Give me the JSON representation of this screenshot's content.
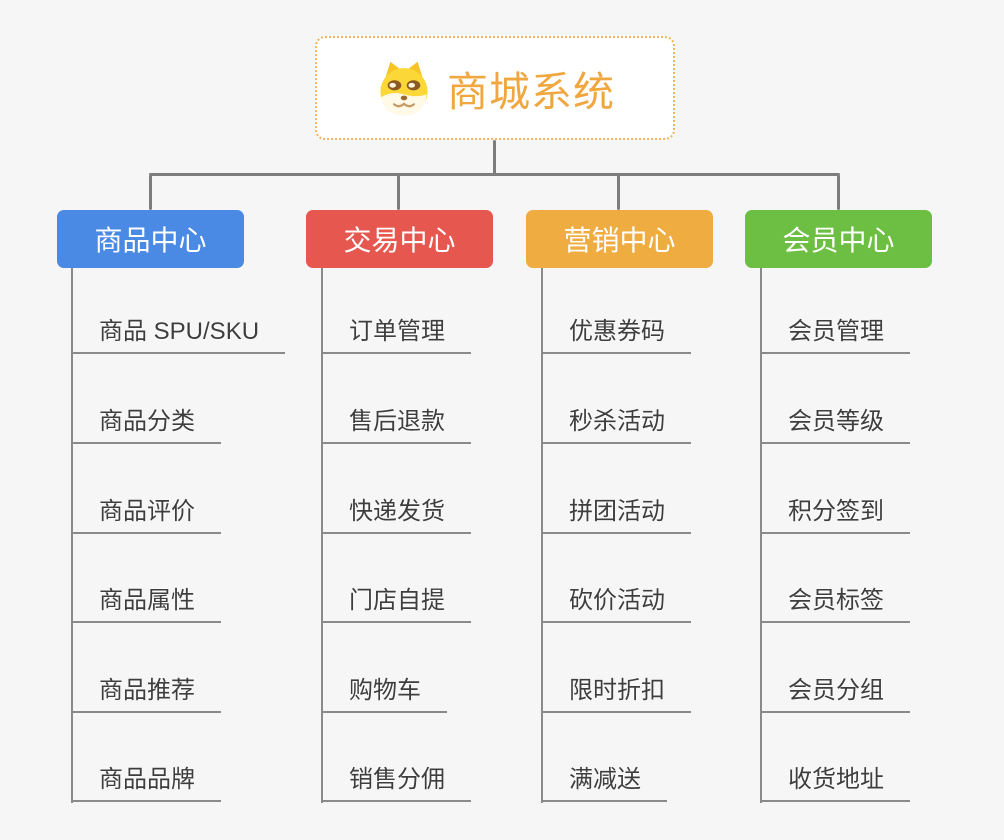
{
  "canvas": {
    "background": "#F6F6F6",
    "connector_color": "#7D7D7D",
    "underline_color": "#8A8A8A",
    "text_color": "#3E3E3E"
  },
  "root": {
    "title": "商城系统",
    "icon": "dog-face-icon",
    "title_color": "#F0A73F",
    "border_color": "#F2B45C"
  },
  "branches": [
    {
      "label": "商品中心",
      "color": "#4A89E4",
      "items": [
        "商品 SPU/SKU",
        "商品分类",
        "商品评价",
        "商品属性",
        "商品推荐",
        "商品品牌"
      ]
    },
    {
      "label": "交易中心",
      "color": "#E5574F",
      "items": [
        "订单管理",
        "售后退款",
        "快递发货",
        "门店自提",
        "购物车",
        "销售分佣"
      ]
    },
    {
      "label": "营销中心",
      "color": "#EFAD41",
      "items": [
        "优惠券码",
        "秒杀活动",
        "拼团活动",
        "砍价活动",
        "限时折扣",
        "满减送"
      ]
    },
    {
      "label": "会员中心",
      "color": "#6DBF44",
      "items": [
        "会员管理",
        "会员等级",
        "积分签到",
        "会员标签",
        "会员分组",
        "收货地址"
      ]
    }
  ]
}
